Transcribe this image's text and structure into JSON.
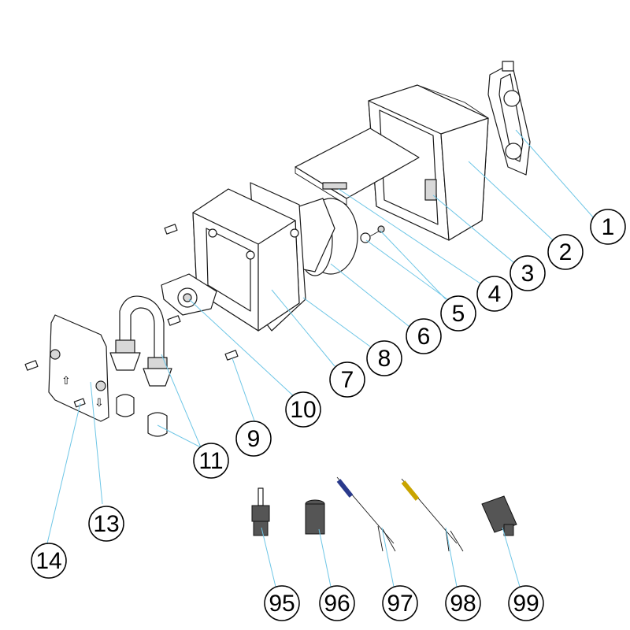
{
  "diagram": {
    "callouts": [
      {
        "id": "c1",
        "label": "1"
      },
      {
        "id": "c2",
        "label": "2"
      },
      {
        "id": "c3",
        "label": "3"
      },
      {
        "id": "c4",
        "label": "4"
      },
      {
        "id": "c5",
        "label": "5"
      },
      {
        "id": "c6",
        "label": "6"
      },
      {
        "id": "c7",
        "label": "7"
      },
      {
        "id": "c8",
        "label": "8"
      },
      {
        "id": "c9",
        "label": "9"
      },
      {
        "id": "c10",
        "label": "10"
      },
      {
        "id": "c11",
        "label": "11"
      },
      {
        "id": "c13",
        "label": "13"
      },
      {
        "id": "c14",
        "label": "14"
      },
      {
        "id": "c95",
        "label": "95"
      },
      {
        "id": "c96",
        "label": "96"
      },
      {
        "id": "c97",
        "label": "97"
      },
      {
        "id": "c98",
        "label": "98"
      },
      {
        "id": "c99",
        "label": "99"
      }
    ],
    "colors": {
      "leader": "#6ec6e6",
      "probe_blue": "#2a3a8c",
      "probe_yellow": "#c9a400"
    }
  }
}
